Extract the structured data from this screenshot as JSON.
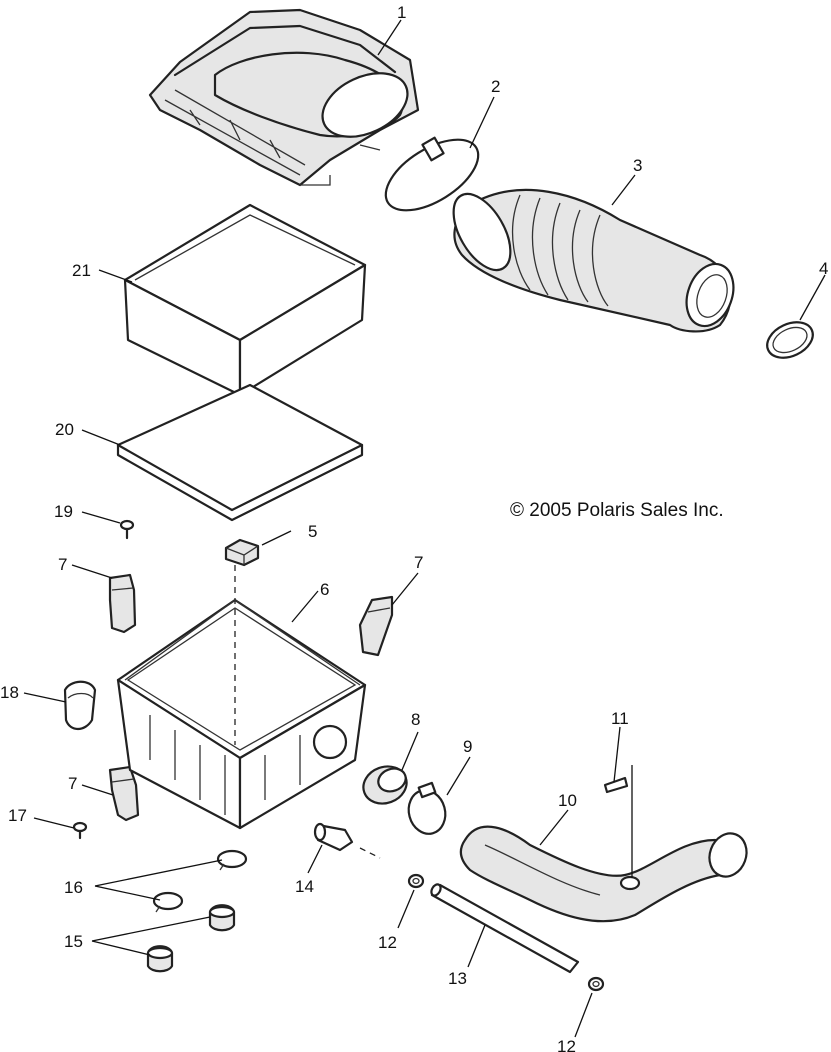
{
  "copyright": "© 2005 Polaris Sales Inc.",
  "callouts": {
    "c1": "1",
    "c2": "2",
    "c3": "3",
    "c4": "4",
    "c5": "5",
    "c6": "6",
    "c7a": "7",
    "c7b": "7",
    "c7c": "7",
    "c8": "8",
    "c9": "9",
    "c10": "10",
    "c11": "11",
    "c12a": "12",
    "c12b": "12",
    "c13": "13",
    "c14": "14",
    "c15": "15",
    "c16": "16",
    "c17": "17",
    "c18": "18",
    "c19": "19",
    "c20": "20",
    "c21": "21"
  }
}
